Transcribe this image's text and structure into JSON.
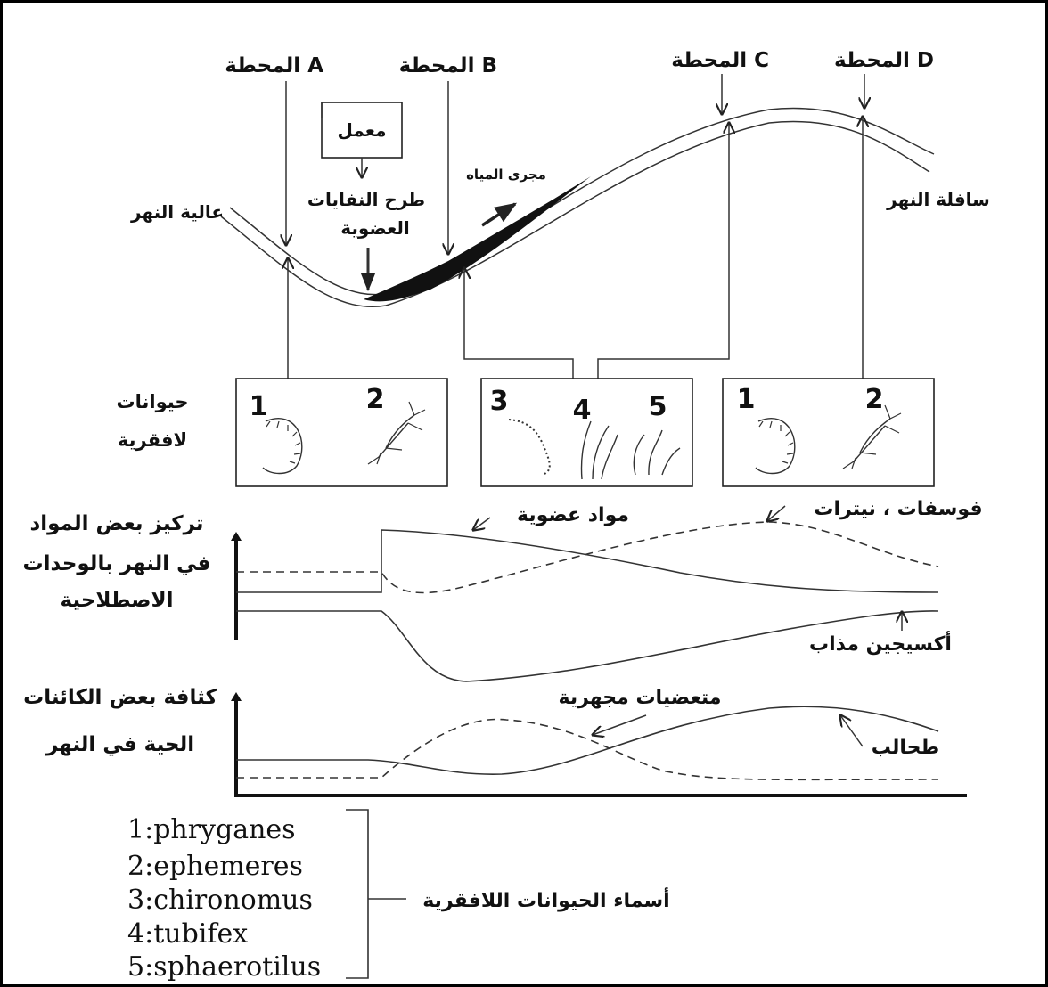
{
  "stations": {
    "A": {
      "word": "المحطة",
      "letter": "A"
    },
    "B": {
      "word": "المحطة",
      "letter": "B"
    },
    "C": {
      "word": "المحطة",
      "letter": "C"
    },
    "D": {
      "word": "المحطة",
      "letter": "D"
    }
  },
  "river": {
    "upstream": "عالية النهر",
    "downstream": "سافلة النهر",
    "factory": "معمل",
    "waste_line1": "طرح النفايات",
    "waste_line2": "العضوية",
    "flow": "مجرى المياه"
  },
  "invertebrates": {
    "title_line1": "حيوانات",
    "title_line2": "لافقرية",
    "box1": [
      "1",
      "2"
    ],
    "box2": [
      "3",
      "4",
      "5"
    ],
    "box3": [
      "1",
      "2"
    ]
  },
  "concentration_graph": {
    "ylabel_line1": "تركيز بعض المواد",
    "ylabel_line2": "في النهر بالوحدات",
    "ylabel_line3": "الاصطلاحية",
    "organic": "مواد عضوية",
    "nutrients": "فوسفات ، نيترات",
    "oxygen": "أكسيجين مذاب"
  },
  "density_graph": {
    "ylabel_line1": "كثافة بعض الكائنات",
    "ylabel_line2": "الحية في النهر",
    "microbes": "متعضيات مجهرية",
    "algae": "طحالب"
  },
  "legend": {
    "items": [
      "1:phryganes",
      "2:ephemeres",
      "3:chironomus",
      "4:tubifex",
      "5:sphaerotilus"
    ],
    "label": "أسماء الحيوانات اللافقرية"
  },
  "colors": {
    "line": "#333333",
    "pollution": "#111111"
  }
}
